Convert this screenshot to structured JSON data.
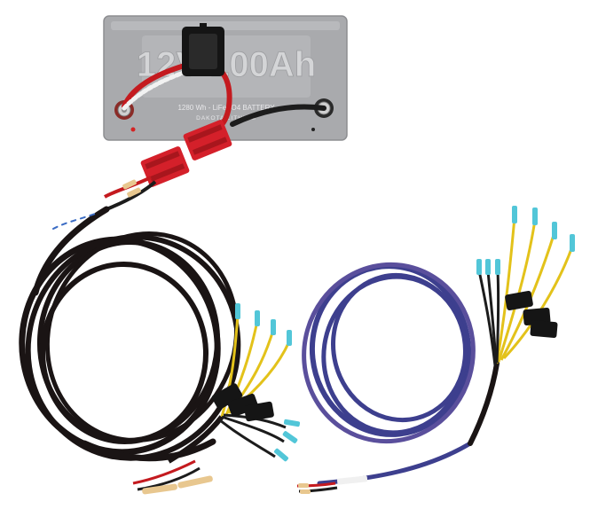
{
  "battery": {
    "capacity_label": "12V 100Ah",
    "spec_line": "1280 Wh - LiFePO4 BATTERY",
    "brand_line": "DAKOTA LITHIUM",
    "body_color": "#a9aaad",
    "label_color": "#c9cacc"
  },
  "colors": {
    "connector_red": "#d4202a",
    "wire_red": "#c41a1f",
    "wire_black": "#1c1c1c",
    "harness_black": "#1a1414",
    "harness_purple": "#3d3f8e",
    "fuse_wire_yellow": "#e3c21a",
    "terminal_blue": "#52c6d8",
    "fuse_holder": "#151515"
  },
  "icons": {
    "fuse_cover": "fuse-holder-icon",
    "anderson_plug": "anderson-connector-icon"
  }
}
